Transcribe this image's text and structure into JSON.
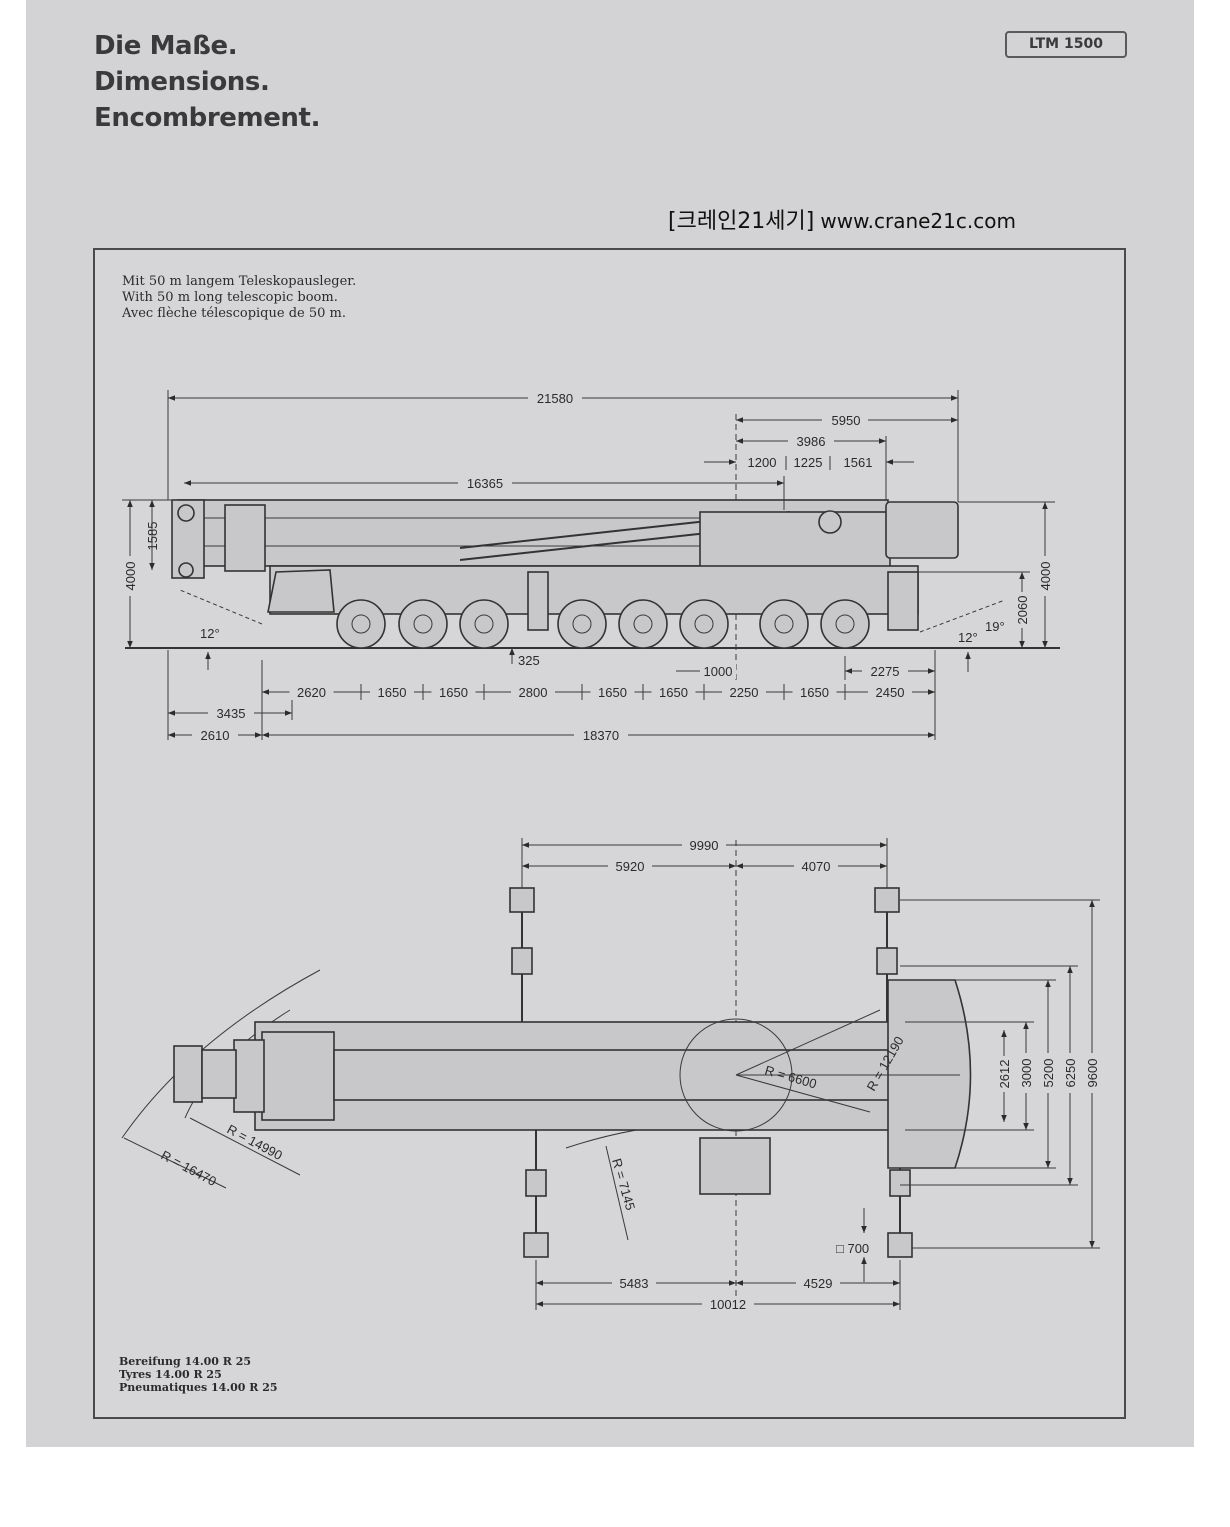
{
  "heading": {
    "line1": "Die Maße.",
    "line2": "Dimensions.",
    "line3": "Encombrement."
  },
  "model": "LTM 1500",
  "watermark": {
    "brand": "[크레인21세기]",
    "url": "www.crane21c.com"
  },
  "intro": {
    "de": "Mit 50 m langem Teleskopausleger.",
    "en": "With 50 m long telescopic boom.",
    "fr": "Avec flèche télescopique de 50 m."
  },
  "tyres": {
    "de": "Bereifung 14.00 R 25",
    "en": "Tyres 14.00 R 25",
    "fr": "Pneumatiques 14.00 R 25"
  },
  "side_view": {
    "overall_length": "21580",
    "rear_to_slew": "5950",
    "slew_to_cab": "3986",
    "seg_1200": "1200",
    "seg_1225": "1225",
    "seg_1561": "1561",
    "boom_length": "16365",
    "height_total": "4000",
    "height_total_right": "4000",
    "head_height": "1585",
    "height_2060": "2060",
    "angle_front": "12°",
    "angle_rear": "12°",
    "angle_19": "19°",
    "ground_clearance": "325",
    "axle_gap": "1000",
    "rear_2275": "2275",
    "axles": [
      "2620",
      "1650",
      "1650",
      "2800",
      "1650",
      "1650",
      "2250",
      "1650",
      "2450"
    ],
    "front_3435": "3435",
    "front_2610": "2610",
    "chassis_length": "18370"
  },
  "top_view": {
    "outrigger_span": "9990",
    "span_left": "5920",
    "span_right": "4070",
    "width_9600": "9600",
    "width_6250": "6250",
    "width_5200": "5200",
    "width_3000": "3000",
    "width_2612": "2612",
    "r_16470": "R = 16470",
    "r_14990": "R = 14990",
    "r_7145": "R = 7145",
    "r_6600": "R = 6600",
    "r_12190": "R = 12190",
    "pad": "□ 700",
    "bottom_left": "5483",
    "bottom_right": "4529",
    "bottom_total": "10012"
  }
}
